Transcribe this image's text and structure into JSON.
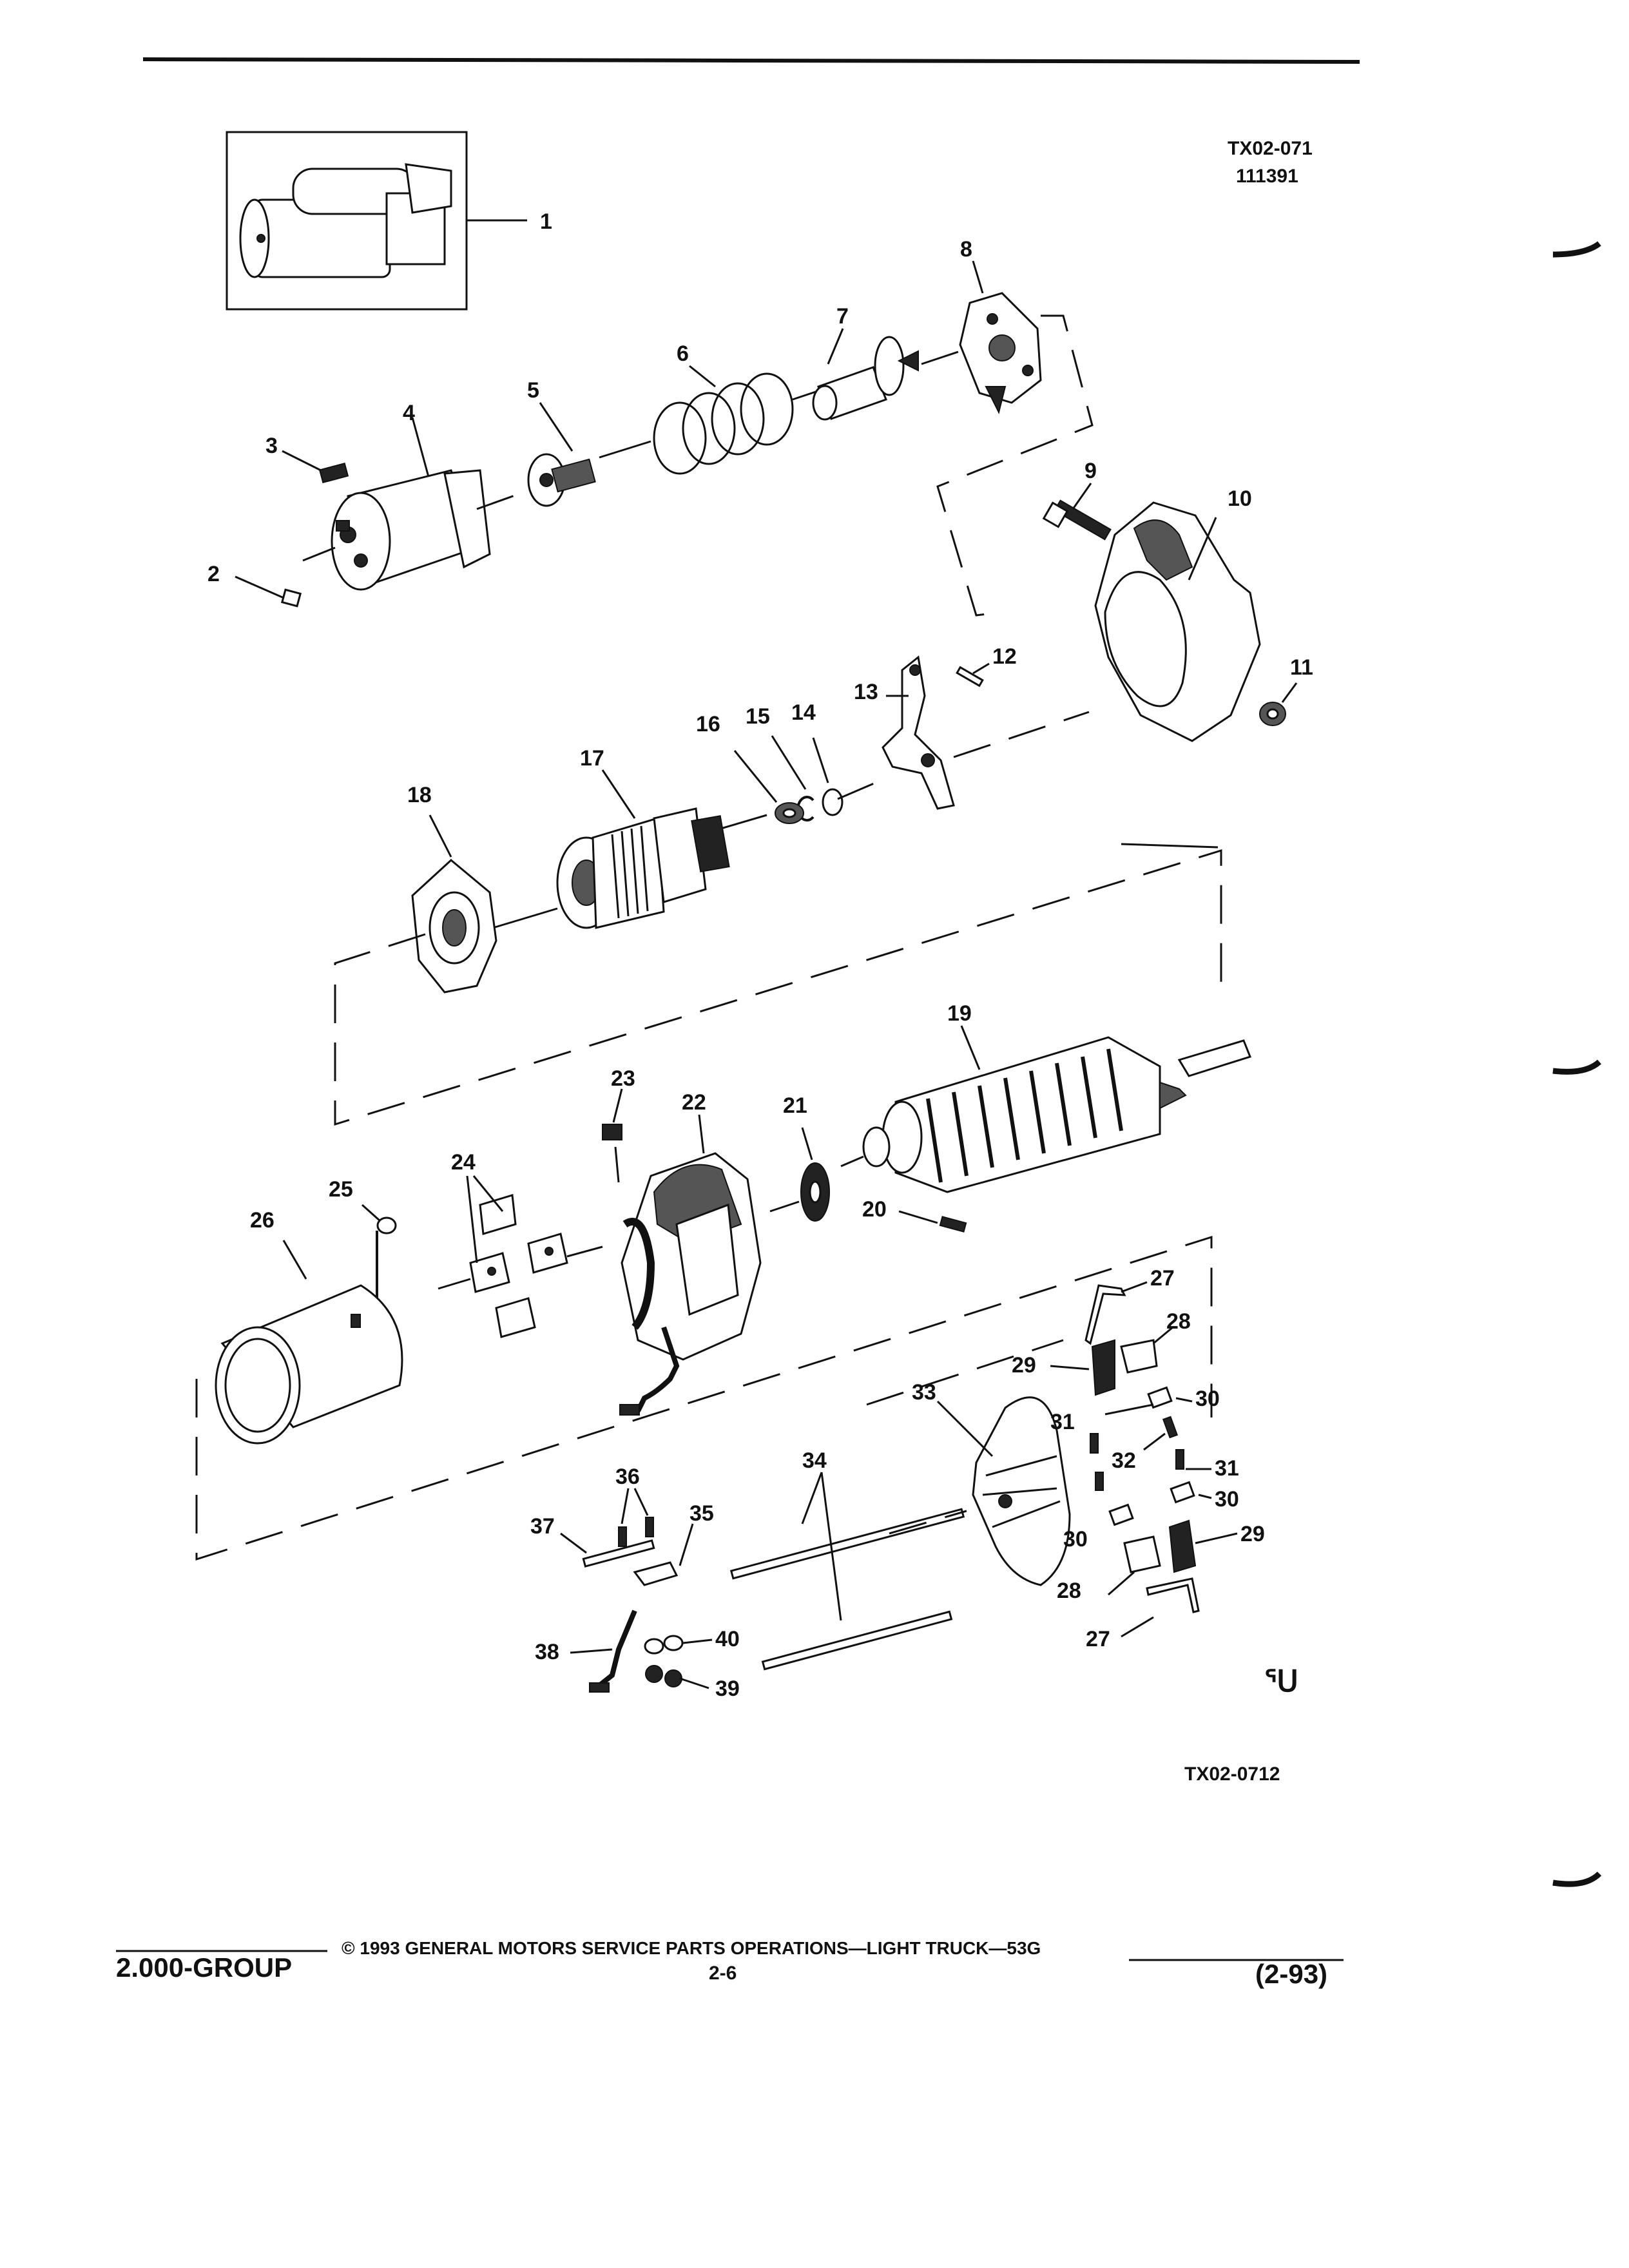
{
  "document": {
    "top_reference": "TX02-071",
    "top_date_code": "111391",
    "bottom_reference": "TX02-0712",
    "corner_mark": "ᕐᑌ"
  },
  "callouts": [
    "1",
    "2",
    "3",
    "4",
    "5",
    "6",
    "7",
    "8",
    "9",
    "10",
    "11",
    "12",
    "13",
    "14",
    "15",
    "16",
    "17",
    "18",
    "19",
    "20",
    "21",
    "22",
    "23",
    "24",
    "25",
    "26",
    "27",
    "27",
    "28",
    "28",
    "29",
    "29",
    "30",
    "30",
    "30",
    "31",
    "31",
    "32",
    "33",
    "34",
    "35",
    "36",
    "37",
    "38",
    "39",
    "40"
  ],
  "footer": {
    "group": "2.000-GROUP",
    "copyright": "© 1993 GENERAL MOTORS SERVICE PARTS OPERATIONS—LIGHT TRUCK—53G",
    "page": "2-6",
    "date": "(2-93)"
  }
}
